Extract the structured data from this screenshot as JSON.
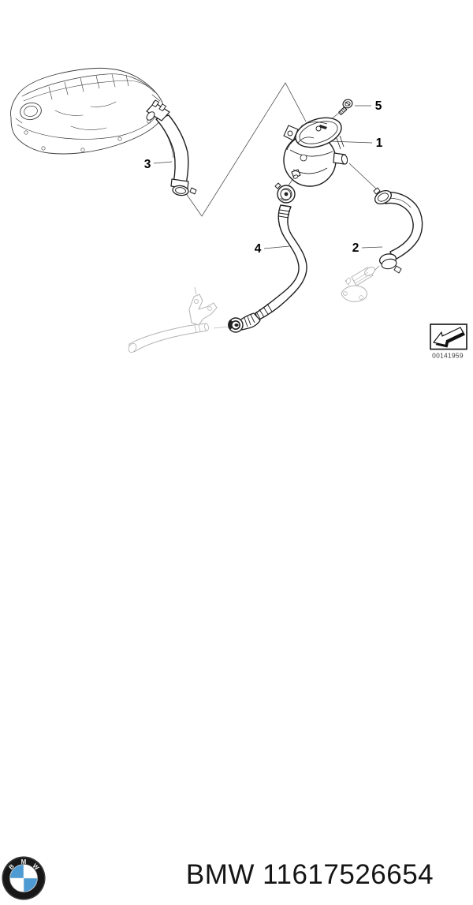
{
  "diagram": {
    "callouts": [
      {
        "label": "1"
      },
      {
        "label": "2"
      },
      {
        "label": "3"
      },
      {
        "label": "4"
      },
      {
        "label": "5"
      }
    ],
    "thumbnail": {
      "code": "00141959"
    }
  },
  "footer": {
    "brand_and_part": "BMW 11617526654",
    "logo": {
      "letters": [
        "B",
        "M",
        "W"
      ]
    }
  },
  "colors": {
    "line": "#1f1f1f",
    "faded_line": "#b3b3b3",
    "bmw_blue": "#4e9bd4",
    "background": "#ffffff",
    "text": "#000000"
  }
}
